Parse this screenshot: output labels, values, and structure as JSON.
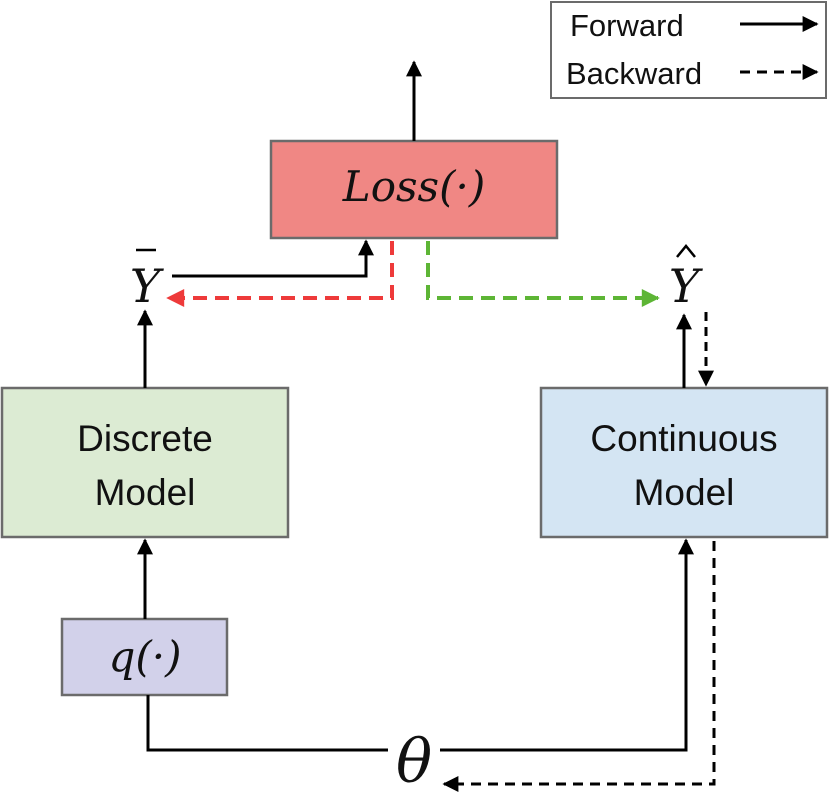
{
  "legend": {
    "forward_label": "Forward",
    "backward_label": "Backward"
  },
  "nodes": {
    "loss": {
      "label": "Loss(·)",
      "color": "#f08784"
    },
    "discrete_model": {
      "line1": "Discrete",
      "line2": "Model",
      "color": "#dcebd3"
    },
    "continuous_model": {
      "line1": "Continuous",
      "line2": "Model",
      "color": "#d4e5f3"
    },
    "quantizer": {
      "label": "q(·)",
      "color": "#d2d1ea"
    },
    "y_bar": {
      "label": "Y"
    },
    "y_hat": {
      "label": "Y"
    },
    "theta": {
      "label": "θ"
    }
  },
  "colors": {
    "box_border": "#6b6b6b",
    "forward": "#000000",
    "backward": "#000000",
    "grad_discrete": "#ee3a3a",
    "grad_continuous": "#5db535"
  }
}
